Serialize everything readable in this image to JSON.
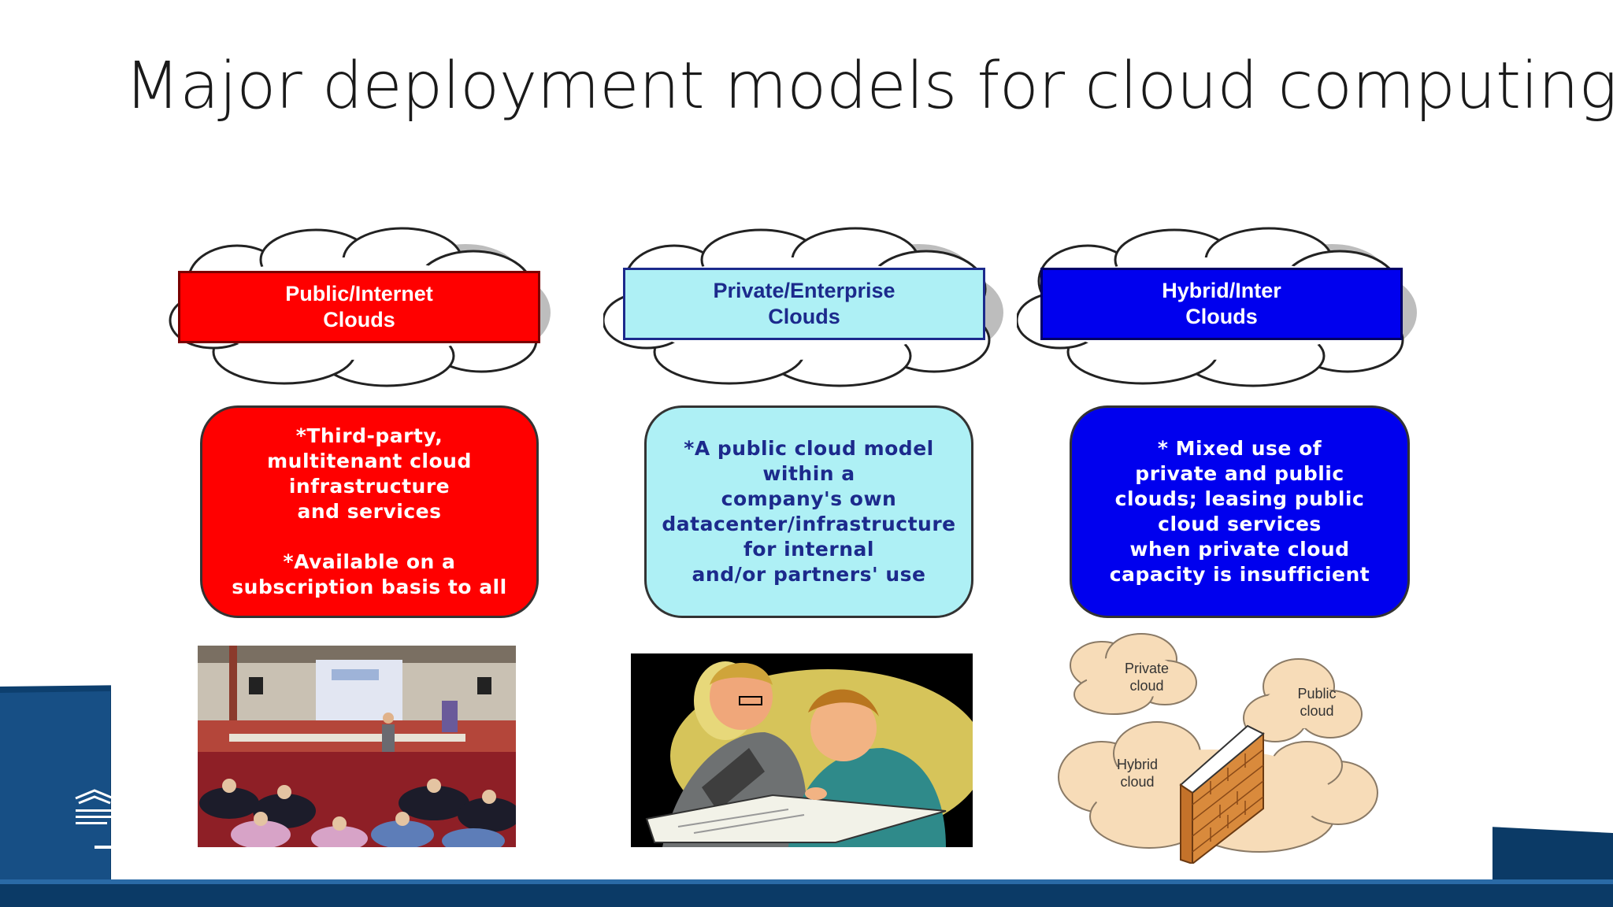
{
  "title": "Major deployment models for cloud computing",
  "columns": [
    {
      "header_lines": [
        "Public/Internet",
        "Clouds"
      ],
      "header_bg": "#ff0000",
      "header_text_color": "#ffffff",
      "desc_bg": "#ff0000",
      "desc_text_color": "#ffffff",
      "desc_paragraphs": [
        [
          "*Third-party,",
          "multitenant cloud",
          "infrastructure",
          "and services"
        ],
        [
          "*Available on a",
          "subscription basis to all"
        ]
      ]
    },
    {
      "header_lines": [
        "Private/Enterprise",
        "Clouds"
      ],
      "header_bg": "#aef0f5",
      "header_text_color": "#1c2a8c",
      "desc_bg": "#aef0f5",
      "desc_text_color": "#1c2a8c",
      "desc_paragraphs": [
        [
          "*A public cloud model",
          "within a",
          "company's  own",
          "datacenter/infrastructure",
          "for internal",
          "and/or partners' use"
        ]
      ]
    },
    {
      "header_lines": [
        "Hybrid/Inter",
        "Clouds"
      ],
      "header_bg": "#0000ee",
      "header_text_color": "#ffffff",
      "desc_bg": "#0000ee",
      "desc_text_color": "#ffffff",
      "desc_paragraphs": [
        [
          "* Mixed use of",
          "private and  public",
          "clouds; leasing public",
          "cloud  services",
          "when private cloud",
          "capacity is insufficient"
        ]
      ]
    }
  ],
  "hybrid_illustration": {
    "private_label": [
      "Private",
      "cloud"
    ],
    "public_label": [
      "Public",
      "cloud"
    ],
    "hybrid_label": [
      "Hybrid",
      "cloud"
    ]
  },
  "colors": {
    "brand_navy": "#0b3a66",
    "brand_blue": "#2a6aa6",
    "cloud_tan": "#f7dcb8",
    "brick": "#d98a3c"
  }
}
